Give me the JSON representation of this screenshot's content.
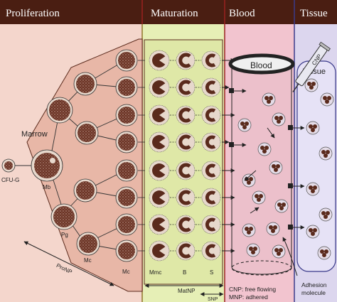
{
  "headers": {
    "proliferation": "Proliferation",
    "maturation": "Maturation",
    "blood": "Blood",
    "tissue": "Tissue"
  },
  "labels": {
    "marrow": "Marrow",
    "cfu_g": "CFU-G",
    "mb": "Mb",
    "pg": "Pg",
    "mc_inner": "Mc",
    "mc_outer": "Mc",
    "pronp": "ProNP",
    "mmc": "Mmc",
    "b": "B",
    "s": "S",
    "matnp": "MatNP",
    "snp": "SNP",
    "blood_vessel": "Blood",
    "tissue_inner": "Tissue",
    "cnp_syringe": "CNP",
    "cnp_legend": "CNP: free flowing",
    "mnp_legend": "MNP: adhered",
    "adhesion_1": "Adhesion",
    "adhesion_2": "molecule"
  },
  "colors": {
    "header_bg": "#4a1e12",
    "proliferation_bg": "#f4d6cc",
    "proliferation_shape": "#e8b7a7",
    "maturation_bg": "#e6efb6",
    "blood_bg": "#f2c4cf",
    "tissue_bg": "#dcd6ee",
    "tissue_panel": "#e6e2f6",
    "cell_dark": "#5a2a1c",
    "cell_ring": "#e7d8cc"
  }
}
